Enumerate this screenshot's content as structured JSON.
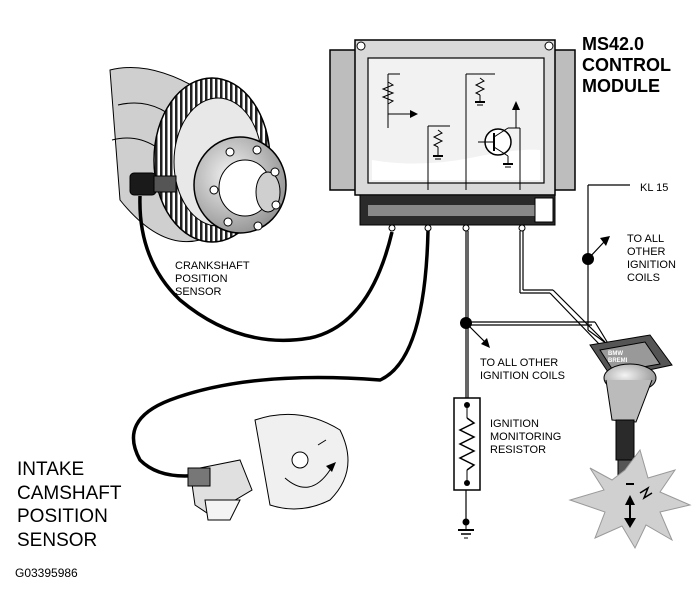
{
  "module": {
    "title_line1": "MS42.0",
    "title_line2": "CONTROL",
    "title_line3": "MODULE"
  },
  "labels": {
    "kl15": "KL 15",
    "to_all_other_right_1": "TO ALL",
    "to_all_other_right_2": "OTHER",
    "to_all_other_right_3": "IGNITION",
    "to_all_other_right_4": "COILS",
    "crank_1": "CRANKSHAFT",
    "crank_2": "POSITION",
    "crank_3": "SENSOR",
    "to_all_other_mid_1": "TO ALL OTHER",
    "to_all_other_mid_2": "IGNITION COILS",
    "ign_mon_1": "IGNITION",
    "ign_mon_2": "MONITORING",
    "ign_mon_3": "RESISTOR",
    "cam_1": "INTAKE",
    "cam_2": "CAMSHAFT",
    "cam_3": "POSITION",
    "cam_4": "SENSOR",
    "coil_brand_1": "BMW",
    "coil_brand_2": "BREMI",
    "figure_code": "G03395986"
  }
}
